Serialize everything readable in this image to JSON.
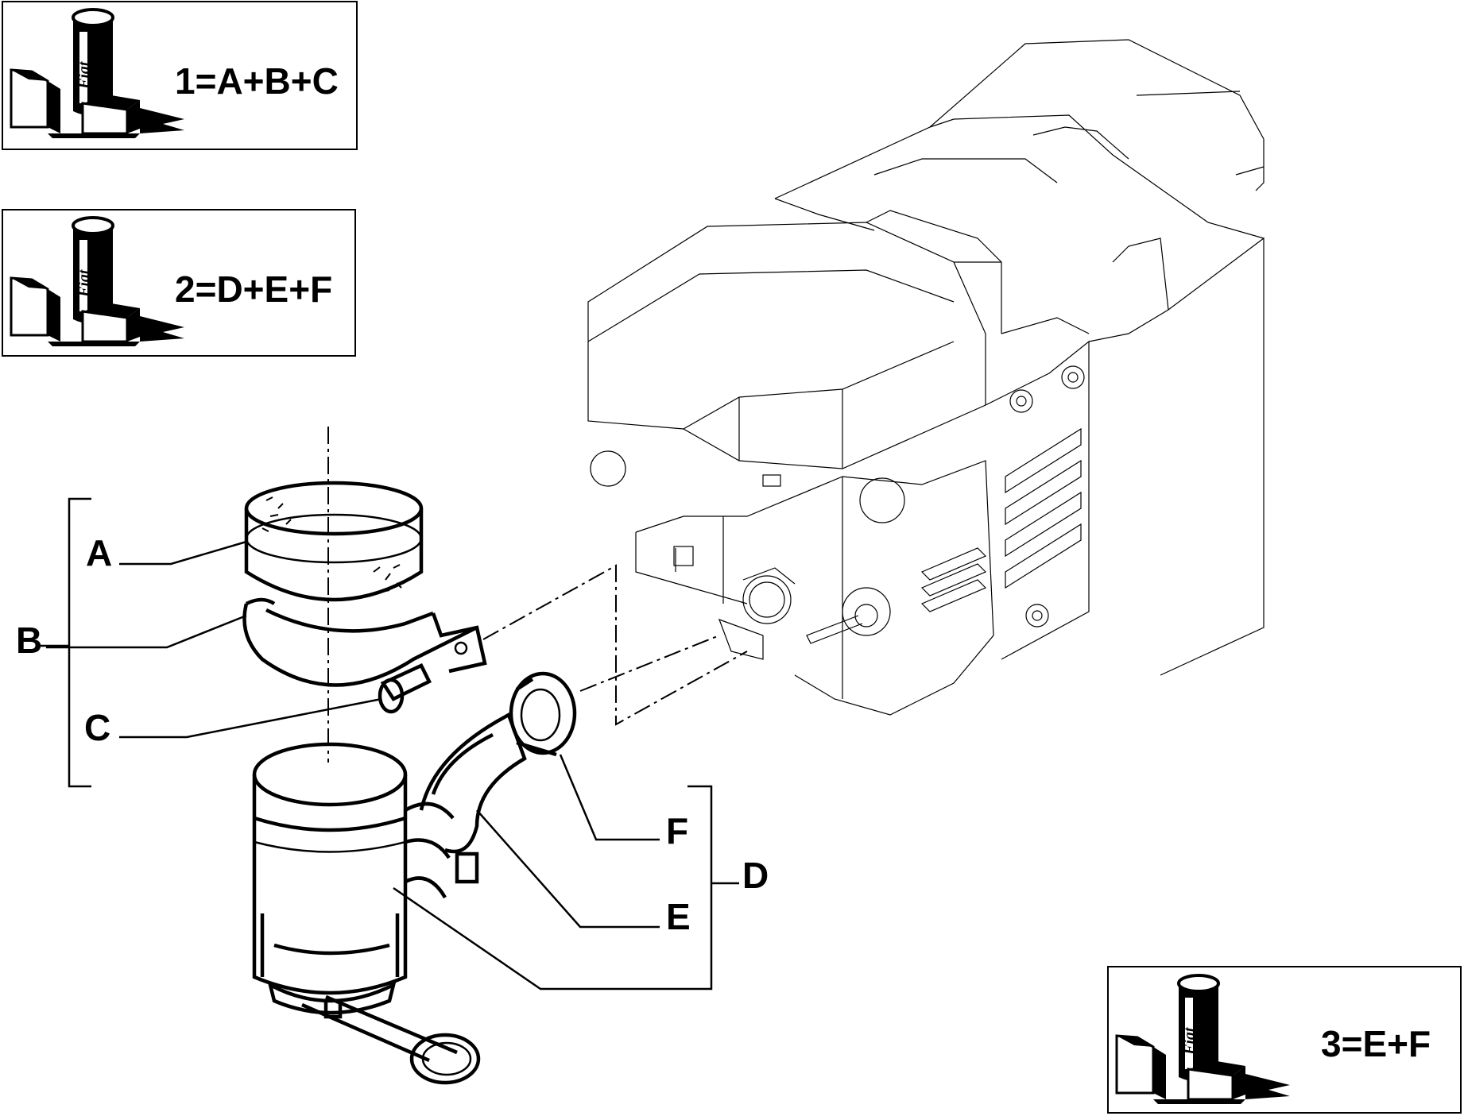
{
  "kits": [
    {
      "id": "kit-1",
      "formula": "1=A+B+C"
    },
    {
      "id": "kit-2",
      "formula": "2=D+E+F"
    },
    {
      "id": "kit-3",
      "formula": "3=E+F"
    }
  ],
  "kit_icon": {
    "brand_text": "Fiat",
    "brand_text_small": "Fiat"
  },
  "callouts": {
    "A": "A",
    "B": "B",
    "C": "C",
    "D": "D",
    "E": "E",
    "F": "F"
  },
  "colors": {
    "line": "#000000",
    "background": "#ffffff"
  }
}
